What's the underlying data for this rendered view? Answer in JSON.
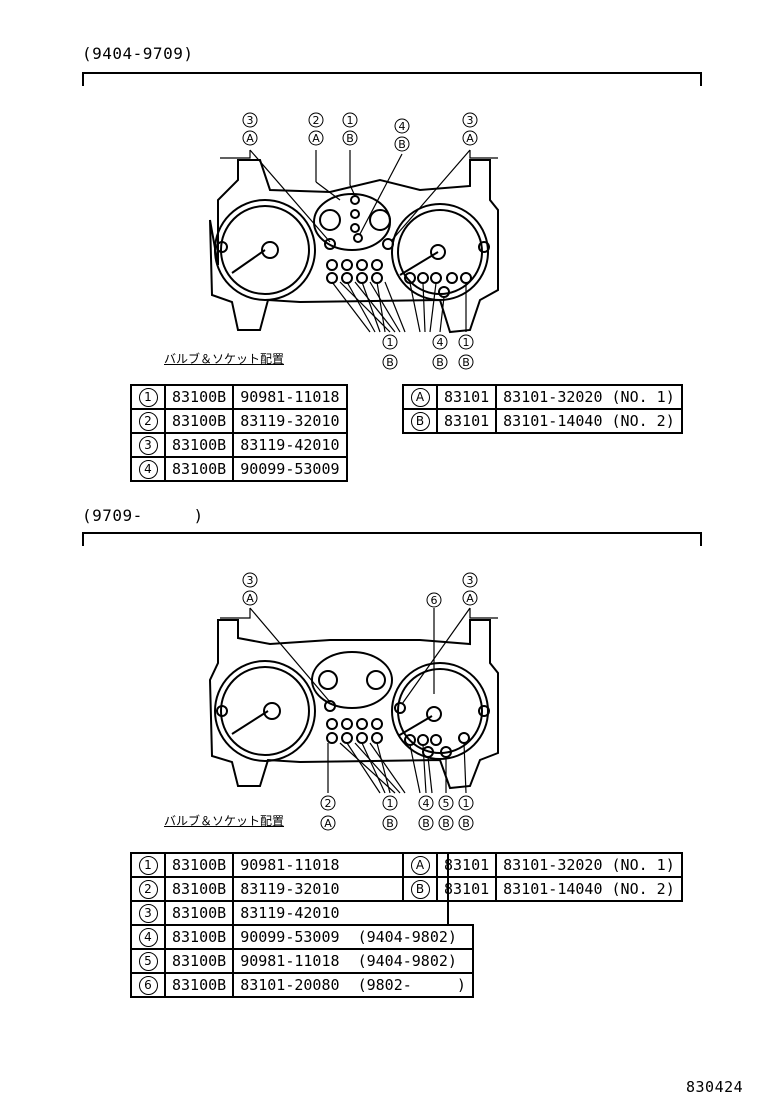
{
  "section1": {
    "period": "(9404-9709)",
    "diagram_title": "バルブ＆ソケット配置",
    "callouts_top": [
      {
        "num": "3",
        "letter": "A"
      },
      {
        "num": "2",
        "letter": "A"
      },
      {
        "num": "1",
        "letter": "B"
      },
      {
        "num": "4",
        "letter": "B"
      },
      {
        "num": "3",
        "letter": "A"
      }
    ],
    "callouts_bottom": [
      {
        "num": "1",
        "letter": "B"
      },
      {
        "num": "4",
        "letter": "B"
      },
      {
        "num": "1",
        "letter": "B"
      }
    ],
    "bulbs": [
      {
        "key": "1",
        "code": "83100B",
        "part": "90981-11018"
      },
      {
        "key": "2",
        "code": "83100B",
        "part": "83119-32010"
      },
      {
        "key": "3",
        "code": "83100B",
        "part": "83119-42010"
      },
      {
        "key": "4",
        "code": "83100B",
        "part": "90099-53009"
      }
    ],
    "sockets": [
      {
        "key": "A",
        "code": "83101",
        "part": "83101-32020 (NO. 1)"
      },
      {
        "key": "B",
        "code": "83101",
        "part": "83101-14040 (NO. 2)"
      }
    ]
  },
  "section2": {
    "period": "(9709-     )",
    "diagram_title": "バルブ＆ソケット配置",
    "callouts_top": [
      {
        "num": "3",
        "letter": "A"
      },
      {
        "num": "6",
        "letter": ""
      },
      {
        "num": "3",
        "letter": "A"
      }
    ],
    "callouts_bottom": [
      {
        "num": "2",
        "letter": "A"
      },
      {
        "num": "1",
        "letter": "B"
      },
      {
        "num": "4",
        "letter": "B"
      },
      {
        "num": "5",
        "letter": "B"
      },
      {
        "num": "1",
        "letter": "B"
      }
    ],
    "bulbs": [
      {
        "key": "1",
        "code": "83100B",
        "part": "90981-11018",
        "note": ""
      },
      {
        "key": "2",
        "code": "83100B",
        "part": "83119-32010",
        "note": ""
      },
      {
        "key": "3",
        "code": "83100B",
        "part": "83119-42010",
        "note": ""
      },
      {
        "key": "4",
        "code": "83100B",
        "part": "90099-53009",
        "note": "(9404-9802)"
      },
      {
        "key": "5",
        "code": "83100B",
        "part": "90981-11018",
        "note": "(9404-9802)"
      },
      {
        "key": "6",
        "code": "83100B",
        "part": "83101-20080",
        "note": "(9802-     )"
      }
    ],
    "sockets": [
      {
        "key": "A",
        "code": "83101",
        "part": "83101-32020 (NO. 1)"
      },
      {
        "key": "B",
        "code": "83101",
        "part": "83101-14040 (NO. 2)"
      }
    ]
  },
  "drawing_id": "830424"
}
